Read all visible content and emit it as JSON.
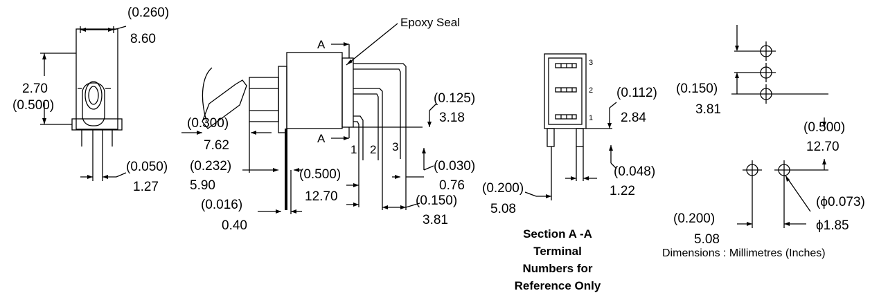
{
  "labels": {
    "epoxy_seal": "Epoxy Seal",
    "section_marker_top": "A",
    "section_marker_bottom": "A",
    "terminal_1": "1",
    "terminal_2": "2",
    "terminal_3": "3",
    "section_terminal_1": "1",
    "section_terminal_2": "2",
    "section_terminal_3": "3"
  },
  "dimensions": {
    "width_in": "(0.260)",
    "width_mm": "8.60",
    "height_mm": "2.70",
    "height_in": "(0.500)",
    "pin_pitch_in": "(0.050)",
    "pin_pitch_mm": "1.27",
    "toggle_offset_in": "(0.300)",
    "toggle_offset_mm": "7.62",
    "bushing_in": "(0.232)",
    "bushing_mm": "5.90",
    "pin_thickness_in": "(0.016)",
    "pin_thickness_mm": "0.40",
    "terminal_length_in": "(0.500)",
    "terminal_length_mm": "12.70",
    "terminal_drop_in": "(0.125)",
    "terminal_drop_mm": "3.18",
    "terminal_gap_in": "(0.030)",
    "terminal_gap_mm": "0.76",
    "terminal_pitch_in": "(0.150)",
    "terminal_pitch_mm": "3.81",
    "section_height_in": "(0.112)",
    "section_height_mm": "2.84",
    "section_pin_in": "(0.048)",
    "section_pin_mm": "1.22",
    "section_width_in": "(0.200)",
    "section_width_mm": "5.08",
    "hole_pitch_in": "(0.150)",
    "hole_pitch_mm": "3.81",
    "row_spacing_in": "(0.500)",
    "row_spacing_mm": "12.70",
    "hole_diameter_in": "(ϕ0.073)",
    "hole_diameter_mm": "ϕ1.85",
    "hole_row_pitch_in": "(0.200)",
    "hole_row_pitch_mm": "5.08"
  },
  "captions": {
    "section_line1": "Section A -A",
    "section_line2": "Terminal",
    "section_line3": "Numbers for",
    "section_line4": "Reference Only",
    "units_note": "Dimensions : Millimetres (Inches)"
  }
}
